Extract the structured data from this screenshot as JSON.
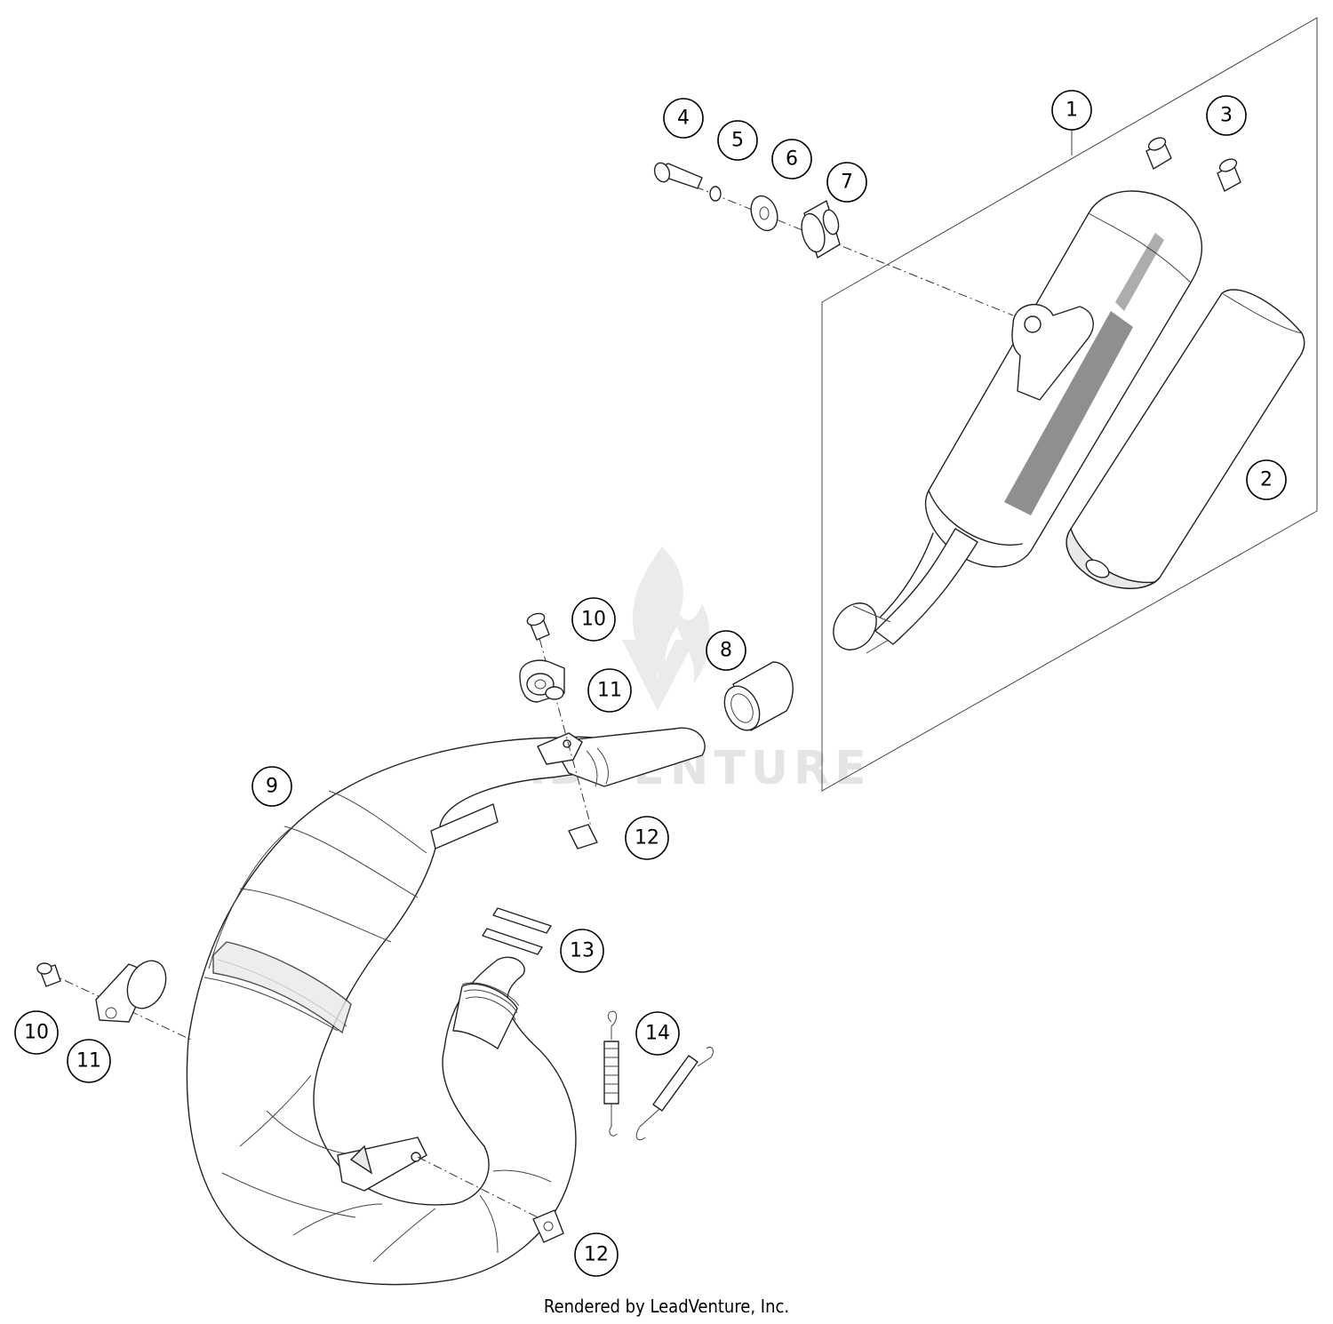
{
  "callouts": [
    {
      "label": "1"
    },
    {
      "label": "2"
    },
    {
      "label": "3"
    },
    {
      "label": "4"
    },
    {
      "label": "5"
    },
    {
      "label": "6"
    },
    {
      "label": "7"
    },
    {
      "label": "8"
    },
    {
      "label": "9"
    },
    {
      "label": "10"
    },
    {
      "label": "11"
    },
    {
      "label": "12"
    },
    {
      "label": "13"
    },
    {
      "label": "14"
    },
    {
      "label": "10"
    },
    {
      "label": "11"
    },
    {
      "label": "12"
    }
  ],
  "watermark": {
    "text": "LEADVENTURE"
  },
  "footer": {
    "text": "Rendered by LeadVenture, Inc."
  }
}
